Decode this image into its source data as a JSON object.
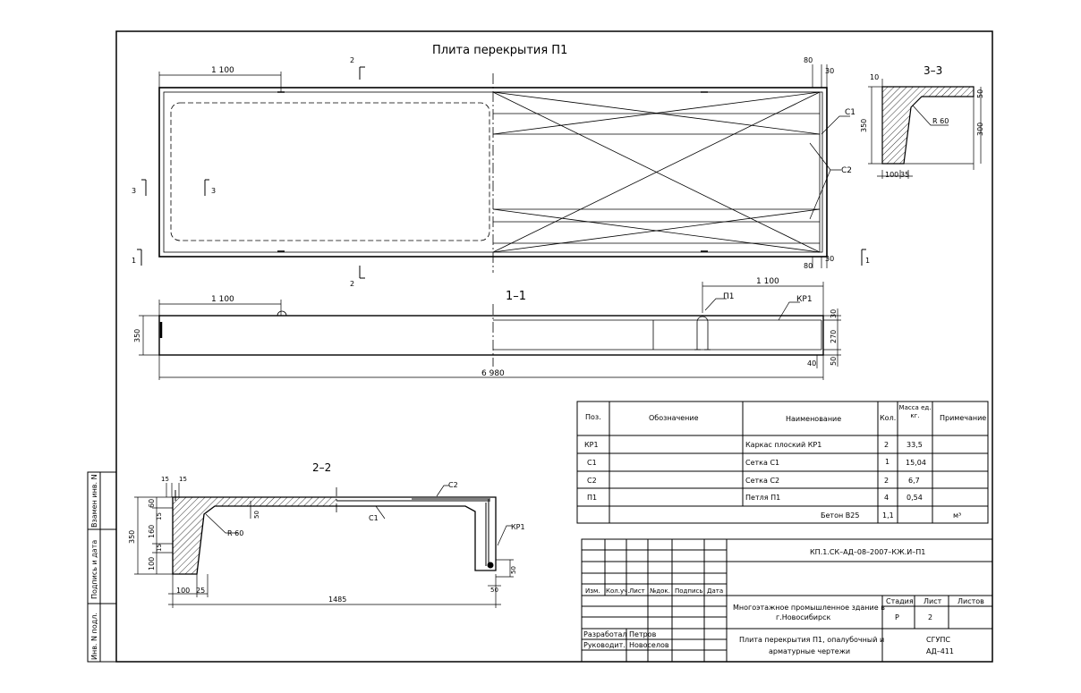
{
  "title": "Плита перекрытия П1",
  "plan": {
    "dim_top_left": "1 100",
    "dim_80_top": "80",
    "dim_30_top": "30",
    "dim_80_bot": "80",
    "dim_30_bot": "30",
    "cut2_top": "2",
    "cut2_bot": "2",
    "cut3_left": "3",
    "cut3_inner": "3",
    "cut1_left": "1",
    "cut1_right": "1",
    "label_c1": "С1",
    "label_c2": "С2"
  },
  "section11": {
    "title": "1–1",
    "dim_left": "1 100",
    "dim_right": "1 100",
    "label_p1": "П1",
    "label_kr1": "КР1",
    "dim_height": "350",
    "dim_30": "30",
    "dim_270": "270",
    "dim_50": "50",
    "dim_40": "40",
    "dim_total": "6 980"
  },
  "section33": {
    "title": "3–3",
    "dim_10": "10",
    "dim_50": "50",
    "dim_350": "350",
    "dim_300": "300",
    "dim_100": "100",
    "dim_35": "35",
    "label_r60": "R 60"
  },
  "section22": {
    "title": "2–2",
    "dim_15a": "15",
    "dim_15b": "15",
    "dim_60": "60",
    "dim_15c": "15",
    "dim_160": "160",
    "dim_15d": "15",
    "dim_100": "100",
    "dim_350": "350",
    "dim_50a": "50",
    "label_r60": "R 60",
    "label_c1": "С1",
    "label_c2": "С2",
    "label_kr1": "КР1",
    "dim_50b": "50",
    "dim_50c": "50",
    "dim_100b": "100",
    "dim_25": "25",
    "dim_1485": "1485"
  },
  "spec": {
    "headers": [
      "Поз.",
      "Обозначение",
      "Наименование",
      "Кол.",
      "Масса ед. кг.",
      "Примечание"
    ],
    "rows": [
      [
        "КР1",
        "",
        "Каркас плоский КР1",
        "2",
        "33,5",
        ""
      ],
      [
        "С1",
        "",
        "Сетка С1",
        "1",
        "15,04",
        ""
      ],
      [
        "С2",
        "",
        "Сетка С2",
        "2",
        "6,7",
        ""
      ],
      [
        "П1",
        "",
        "Петля П1",
        "4",
        "0,54",
        ""
      ]
    ],
    "concrete": [
      "Бетон В25",
      "1,1",
      "м³"
    ]
  },
  "stamp": {
    "code": "КП.1.СК–АД–08–2007–КЖ.И–П1",
    "cols": [
      "Изм.",
      "Кол.уч.",
      "Лист",
      "№док.",
      "Подпись",
      "Дата"
    ],
    "object_line1": "Многоэтажное промышленное здание в",
    "object_line2": "г.Новосибирск",
    "stage_h": "Стадия",
    "sheet_h": "Лист",
    "sheets_h": "Листов",
    "stage": "Р",
    "sheet": "2",
    "dev_role": "Разработал",
    "dev_name": "Петров",
    "lead_role": "Руководит.",
    "lead_name": "Новоселов",
    "doc_line1": "Плита перекрытия П1, опалубочный и",
    "doc_line2": "арматурные чертежи",
    "org_line1": "СГУПС",
    "org_line2": "АД–411"
  },
  "side": {
    "inv": "Инв. N подл.",
    "sign": "Подпись и дата",
    "replace": "Взамен инв. N"
  }
}
